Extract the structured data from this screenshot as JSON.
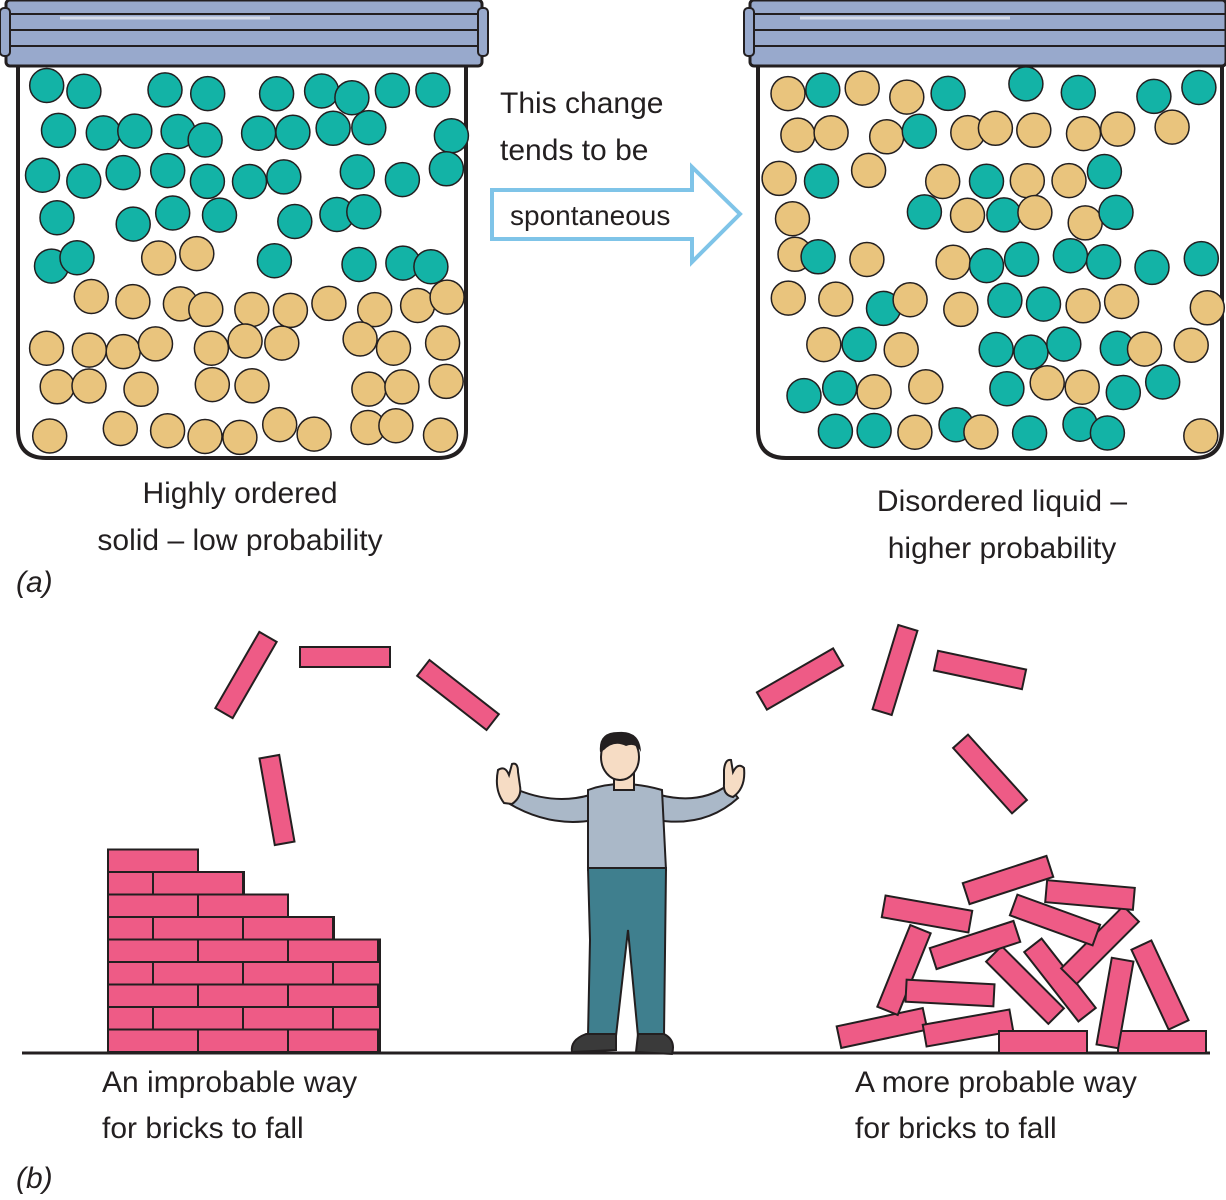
{
  "panel_a": {
    "part_label": "(a)",
    "left_caption": [
      "Highly ordered",
      "solid – low probability"
    ],
    "right_caption": [
      "Disordered liquid –",
      "higher probability"
    ],
    "arrow_text": [
      "This change",
      "tends to be"
    ],
    "arrow_label": "spontaneous"
  },
  "panel_b": {
    "part_label": "(b)",
    "left_caption": [
      "An improbable way",
      "for bricks to fall"
    ],
    "right_caption": [
      "A more probable way",
      "for bricks to fall"
    ]
  },
  "colors": {
    "teal_particle": "#13b3a6",
    "tan_particle": "#e9c47d",
    "brick": "#ee5b86",
    "jar_lid": "#98a9cc",
    "arrow_outline": "#7fc4e8",
    "shirt": "#aab8c8",
    "jeans": "#3f7f8e"
  }
}
